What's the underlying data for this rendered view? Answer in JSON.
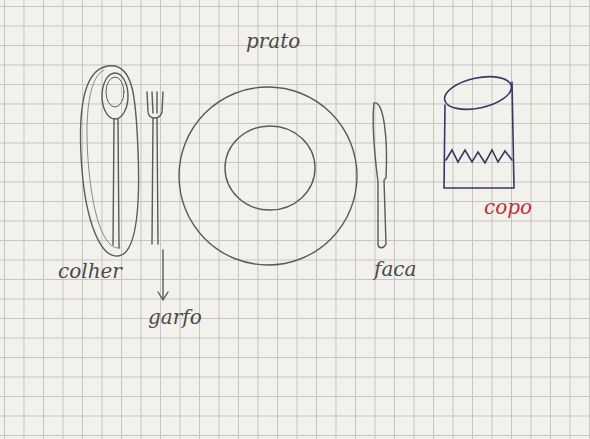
{
  "diagram": {
    "labels": [
      "prato",
      "colher",
      "garfo",
      "faca",
      "copo"
    ]
  }
}
